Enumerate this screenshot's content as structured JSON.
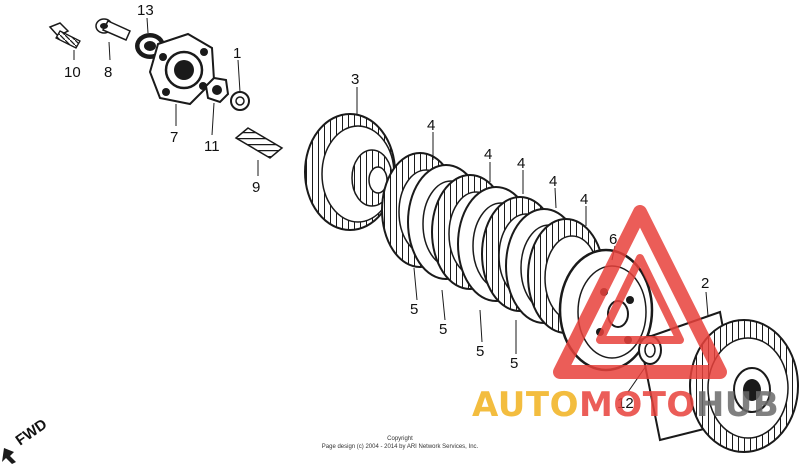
{
  "callouts": [
    {
      "id": "c1",
      "text": "1"
    },
    {
      "id": "c2",
      "text": "2"
    },
    {
      "id": "c3",
      "text": "3"
    },
    {
      "id": "c4a",
      "text": "4"
    },
    {
      "id": "c4b",
      "text": "4"
    },
    {
      "id": "c4c",
      "text": "4"
    },
    {
      "id": "c4d",
      "text": "4"
    },
    {
      "id": "c4e",
      "text": "4"
    },
    {
      "id": "c5a",
      "text": "5"
    },
    {
      "id": "c5b",
      "text": "5"
    },
    {
      "id": "c5c",
      "text": "5"
    },
    {
      "id": "c5d",
      "text": "5"
    },
    {
      "id": "c6",
      "text": "6"
    },
    {
      "id": "c7",
      "text": "7"
    },
    {
      "id": "c8",
      "text": "8"
    },
    {
      "id": "c9",
      "text": "9"
    },
    {
      "id": "c10",
      "text": "10"
    },
    {
      "id": "c11",
      "text": "11"
    },
    {
      "id": "c12",
      "text": "12"
    },
    {
      "id": "c13",
      "text": "13"
    }
  ],
  "direction_label": "FWD",
  "copyright": {
    "line1": "Copyright",
    "line2": "Page design (c) 2004 - 2014 by ARI Network Services, Inc."
  },
  "watermark": {
    "text": "AUTOMOTOHUB",
    "colors": {
      "auto": "#f2b21e",
      "moto": "#e8413c",
      "hub": "#6b6b6b"
    }
  },
  "colors": {
    "line": "#1a1a1a",
    "fill": "#ffffff",
    "shade": "#9a9a9a",
    "watermark_red": "#e8413c"
  }
}
